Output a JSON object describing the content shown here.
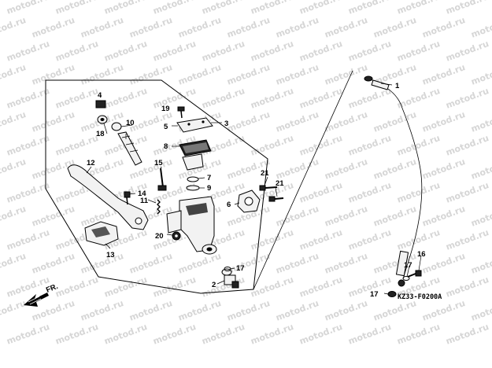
{
  "watermark_text": "motod.ru",
  "diagram_code": "KZ33-F0200A",
  "front_arrow_label": "FR.",
  "callouts": [
    "1",
    "2",
    "3",
    "4",
    "5",
    "6",
    "7",
    "8",
    "9",
    "10",
    "11",
    "12",
    "13",
    "14",
    "15",
    "16",
    "17",
    "18",
    "19",
    "20",
    "21"
  ]
}
